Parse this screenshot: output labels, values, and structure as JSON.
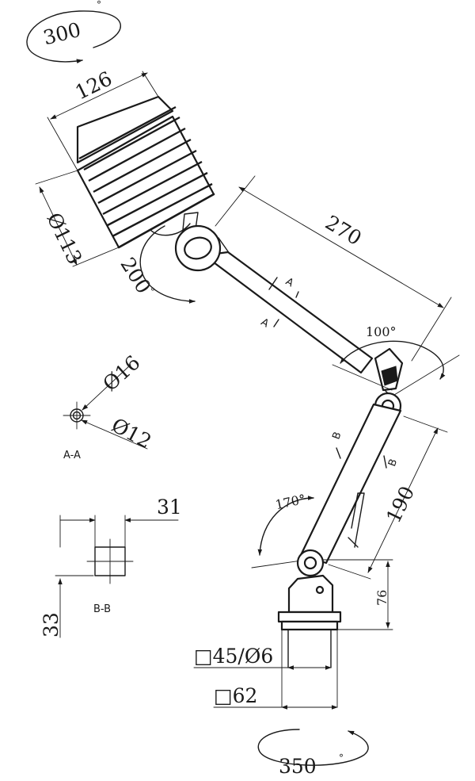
{
  "drawing": {
    "rotation_top": "300",
    "rotation_head": "200",
    "rotation_upper_joint": "100°",
    "rotation_lower_joint": "170°",
    "rotation_base": "350",
    "degree_mark": "°",
    "head_width": "126",
    "head_diameter": "Ø113",
    "arm_upper_length": "270",
    "arm_lower_length": "190",
    "base_height": "76",
    "base_tube": "□45/Ø6",
    "base_plate": "□62",
    "section_a": {
      "label": "A-A",
      "outer": "Ø16",
      "inner": "Ø12",
      "mark_a1": "A",
      "mark_a2": "A"
    },
    "section_b": {
      "label": "B-B",
      "width": "31",
      "height": "33",
      "mark_b1": "B",
      "mark_b2": "B"
    }
  }
}
